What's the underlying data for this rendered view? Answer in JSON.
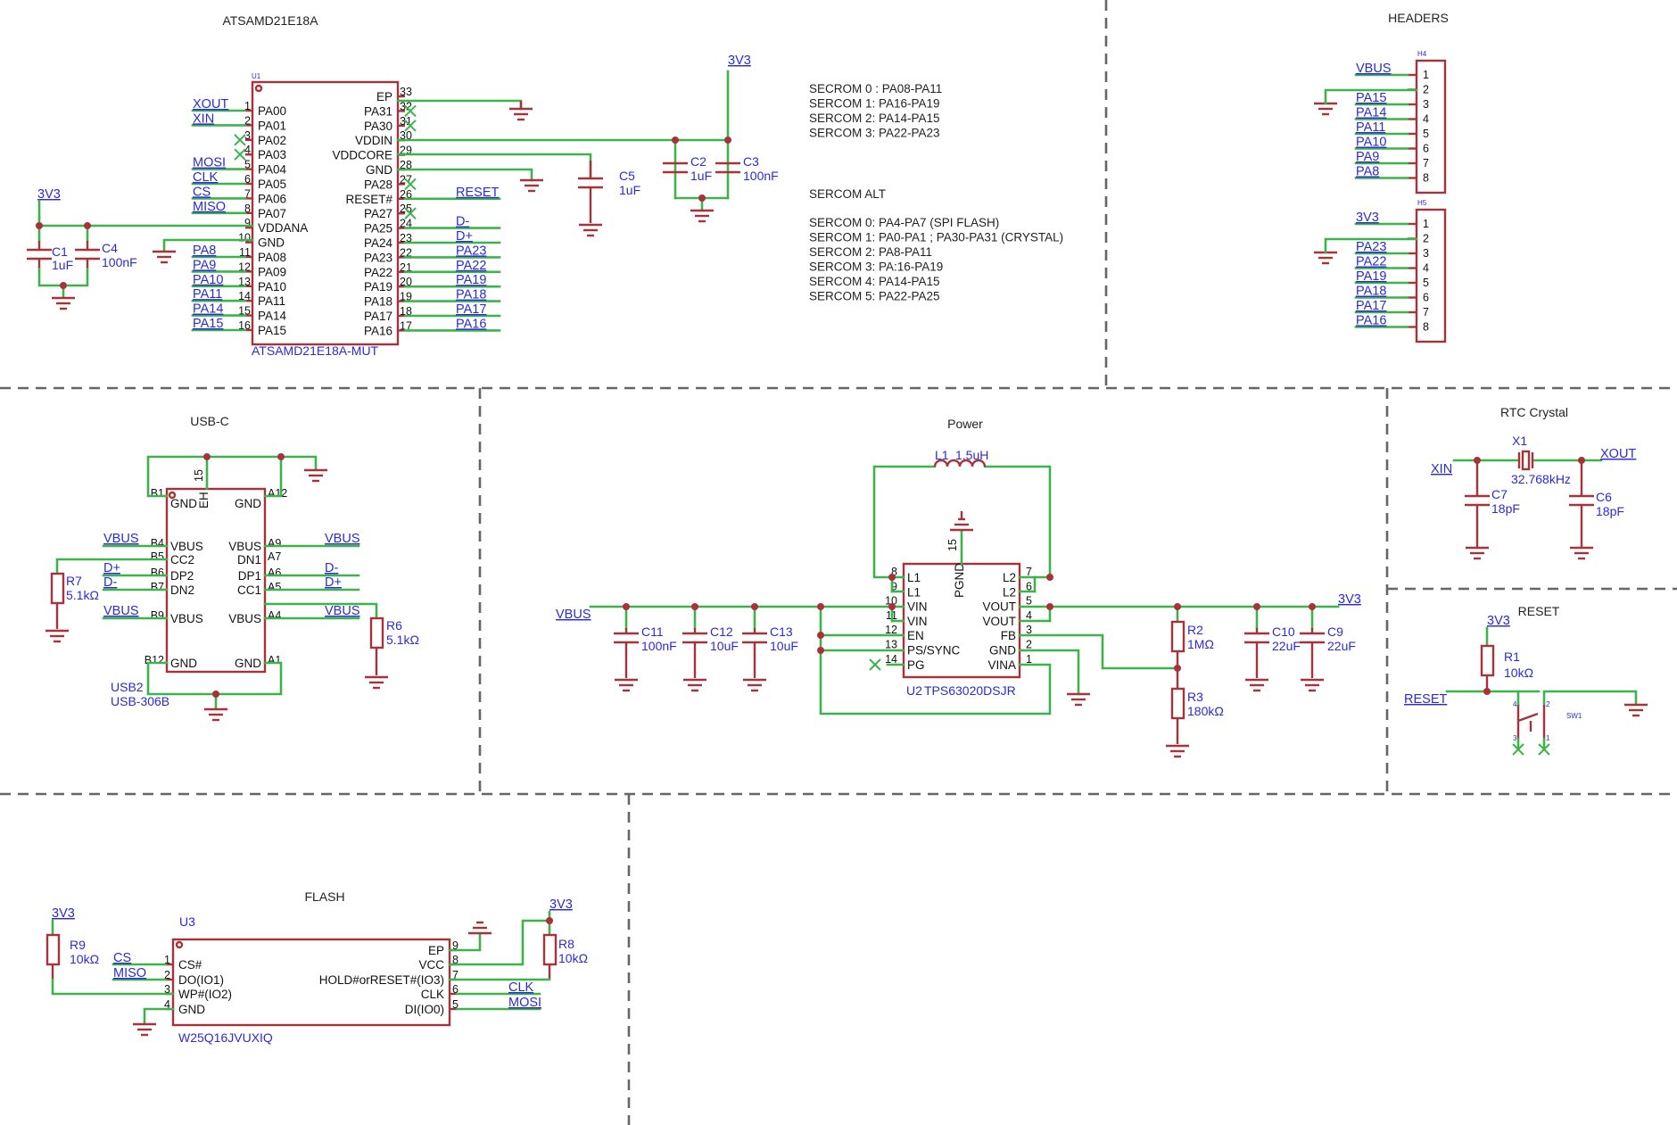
{
  "sections": {
    "mcu": "ATSAMD21E18A",
    "headers": "HEADERS",
    "usbc": "USB-C",
    "power": "Power",
    "rtc": "RTC Crystal",
    "reset": "RESET",
    "flash": "FLASH"
  },
  "mcu": {
    "ref": "U1",
    "part": "ATSAMD21E18A-MUT",
    "left_pins": [
      {
        "num": "1",
        "name": "PA00",
        "net": "XOUT"
      },
      {
        "num": "2",
        "name": "PA01",
        "net": "XIN"
      },
      {
        "num": "3",
        "name": "PA02",
        "net": ""
      },
      {
        "num": "4",
        "name": "PA03",
        "net": ""
      },
      {
        "num": "5",
        "name": "PA04",
        "net": "MOSI"
      },
      {
        "num": "6",
        "name": "PA05",
        "net": "CLK"
      },
      {
        "num": "7",
        "name": "PA06",
        "net": "CS"
      },
      {
        "num": "8",
        "name": "PA07",
        "net": "MISO"
      },
      {
        "num": "9",
        "name": "VDDANA",
        "net": ""
      },
      {
        "num": "10",
        "name": "GND",
        "net": ""
      },
      {
        "num": "11",
        "name": "PA08",
        "net": "PA8"
      },
      {
        "num": "12",
        "name": "PA09",
        "net": "PA9"
      },
      {
        "num": "13",
        "name": "PA10",
        "net": "PA10"
      },
      {
        "num": "14",
        "name": "PA11",
        "net": "PA11"
      },
      {
        "num": "15",
        "name": "PA14",
        "net": "PA14"
      },
      {
        "num": "16",
        "name": "PA15",
        "net": "PA15"
      }
    ],
    "right_pins": [
      {
        "num": "33",
        "name": "EP",
        "net": ""
      },
      {
        "num": "32",
        "name": "PA31",
        "net": ""
      },
      {
        "num": "31",
        "name": "PA30",
        "net": ""
      },
      {
        "num": "30",
        "name": "VDDIN",
        "net": ""
      },
      {
        "num": "29",
        "name": "VDDCORE",
        "net": ""
      },
      {
        "num": "28",
        "name": "GND",
        "net": ""
      },
      {
        "num": "27",
        "name": "PA28",
        "net": ""
      },
      {
        "num": "26",
        "name": "RESET#",
        "net": "RESET"
      },
      {
        "num": "25",
        "name": "PA27",
        "net": ""
      },
      {
        "num": "24",
        "name": "PA25",
        "net": "D-"
      },
      {
        "num": "23",
        "name": "PA24",
        "net": "D+"
      },
      {
        "num": "22",
        "name": "PA23",
        "net": "PA23"
      },
      {
        "num": "21",
        "name": "PA22",
        "net": "PA22"
      },
      {
        "num": "20",
        "name": "PA19",
        "net": "PA19"
      },
      {
        "num": "19",
        "name": "PA18",
        "net": "PA18"
      },
      {
        "num": "18",
        "name": "PA17",
        "net": "PA17"
      },
      {
        "num": "17",
        "name": "PA16",
        "net": "PA16"
      }
    ],
    "supply": "3V3",
    "caps": {
      "c1": {
        "ref": "C1",
        "val": "1uF"
      },
      "c4": {
        "ref": "C4",
        "val": "100nF"
      },
      "c5": {
        "ref": "C5",
        "val": "1uF"
      },
      "c2": {
        "ref": "C2",
        "val": "1uF"
      },
      "c3": {
        "ref": "C3",
        "val": "100nF"
      }
    }
  },
  "sercom_notes": {
    "primary": [
      "SECROM 0 : PA08-PA11",
      "SERCOM 1: PA16-PA19",
      "SERCOM 2: PA14-PA15",
      "SERCOM 3: PA22-PA23"
    ],
    "alt_title": "SERCOM ALT",
    "alt": [
      "SERCOM 0: PA4-PA7 (SPI FLASH)",
      "SERCOM 1: PA0-PA1 ; PA30-PA31 (CRYSTAL)",
      "SERCOM 2: PA8-PA11",
      "SERCOM 3: PA:16-PA19",
      "SERCOM 4: PA14-PA15",
      "SERCOM 5: PA22-PA25"
    ]
  },
  "headers": {
    "h4": {
      "ref": "H4",
      "nets": [
        "VBUS",
        "",
        "PA15",
        "PA14",
        "PA11",
        "PA10",
        "PA9",
        "PA8"
      ],
      "nums": [
        "1",
        "2",
        "3",
        "4",
        "5",
        "6",
        "7",
        "8"
      ]
    },
    "h5": {
      "ref": "H5",
      "nets": [
        "3V3",
        "",
        "PA23",
        "PA22",
        "PA19",
        "PA18",
        "PA17",
        "PA16"
      ],
      "nums": [
        "1",
        "2",
        "3",
        "4",
        "5",
        "6",
        "7",
        "8"
      ]
    }
  },
  "usb": {
    "ref": "USB2",
    "part": "USB-306B",
    "eh": "EH",
    "eh_num": "15",
    "left_pins": [
      {
        "num": "B1",
        "name": "GND"
      },
      {
        "num": "B4",
        "name": "VBUS"
      },
      {
        "num": "B5",
        "name": "CC2"
      },
      {
        "num": "B6",
        "name": "DP2"
      },
      {
        "num": "B7",
        "name": "DN2"
      },
      {
        "num": "B9",
        "name": "VBUS"
      },
      {
        "num": "B12",
        "name": "GND"
      }
    ],
    "right_pins": [
      {
        "num": "A12",
        "name": "GND"
      },
      {
        "num": "A9",
        "name": "VBUS"
      },
      {
        "num": "A7",
        "name": "DN1"
      },
      {
        "num": "A6",
        "name": "DP1"
      },
      {
        "num": "A5",
        "name": "CC1"
      },
      {
        "num": "A4",
        "name": "VBUS"
      },
      {
        "num": "A1",
        "name": "GND"
      }
    ],
    "nets": {
      "vbus": "VBUS",
      "dp": "D+",
      "dm": "D-"
    },
    "r7": {
      "ref": "R7",
      "val": "5.1kΩ"
    },
    "r6": {
      "ref": "R6",
      "val": "5.1kΩ"
    }
  },
  "power": {
    "ref": "U2",
    "part": "TPS63020DSJR",
    "l1": {
      "ref": "L1",
      "val": "1.5uH"
    },
    "pgnd": "PGND",
    "pgnd_num": "15",
    "left_pins": [
      {
        "num": "8",
        "name": "L1"
      },
      {
        "num": "9",
        "name": "L1"
      },
      {
        "num": "10",
        "name": "VIN"
      },
      {
        "num": "11",
        "name": "VIN"
      },
      {
        "num": "12",
        "name": "EN"
      },
      {
        "num": "13",
        "name": "PS/SYNC"
      },
      {
        "num": "14",
        "name": "PG"
      }
    ],
    "right_pins": [
      {
        "num": "7",
        "name": "L2"
      },
      {
        "num": "6",
        "name": "L2"
      },
      {
        "num": "5",
        "name": "VOUT"
      },
      {
        "num": "4",
        "name": "VOUT"
      },
      {
        "num": "3",
        "name": "FB"
      },
      {
        "num": "2",
        "name": "GND"
      },
      {
        "num": "1",
        "name": "VINA"
      }
    ],
    "vin_net": "VBUS",
    "vout_net": "3V3",
    "c11": {
      "ref": "C11",
      "val": "100nF"
    },
    "c12": {
      "ref": "C12",
      "val": "10uF"
    },
    "c13": {
      "ref": "C13",
      "val": "10uF"
    },
    "c10": {
      "ref": "C10",
      "val": "22uF"
    },
    "c9": {
      "ref": "C9",
      "val": "22uF"
    },
    "r2": {
      "ref": "R2",
      "val": "1MΩ"
    },
    "r3": {
      "ref": "R3",
      "val": "180kΩ"
    }
  },
  "rtc": {
    "x1": {
      "ref": "X1",
      "val": "32.768kHz"
    },
    "xin": "XIN",
    "xout": "XOUT",
    "c7": {
      "ref": "C7",
      "val": "18pF"
    },
    "c6": {
      "ref": "C6",
      "val": "18pF"
    }
  },
  "reset": {
    "supply": "3V3",
    "r1": {
      "ref": "R1",
      "val": "10kΩ"
    },
    "net": "RESET",
    "sw": "SW1",
    "pins": [
      "4",
      "2",
      "3",
      "1"
    ]
  },
  "flash": {
    "ref": "U3",
    "part": "W25Q16JVUXIQ",
    "left_pins": [
      {
        "num": "1",
        "name": "CS#",
        "net": "CS"
      },
      {
        "num": "2",
        "name": "DO(IO1)",
        "net": "MISO"
      },
      {
        "num": "3",
        "name": "WP#(IO2)",
        "net": ""
      },
      {
        "num": "4",
        "name": "GND",
        "net": ""
      }
    ],
    "right_pins": [
      {
        "num": "9",
        "name": "EP",
        "net": ""
      },
      {
        "num": "8",
        "name": "VCC",
        "net": ""
      },
      {
        "num": "7",
        "name": "HOLD#orRESET#(IO3)",
        "net": ""
      },
      {
        "num": "6",
        "name": "CLK",
        "net": "CLK"
      },
      {
        "num": "5",
        "name": "DI(IO0)",
        "net": "MOSI"
      }
    ],
    "supply": "3V3",
    "r9": {
      "ref": "R9",
      "val": "10kΩ"
    },
    "r8": {
      "ref": "R8",
      "val": "10kΩ"
    }
  }
}
